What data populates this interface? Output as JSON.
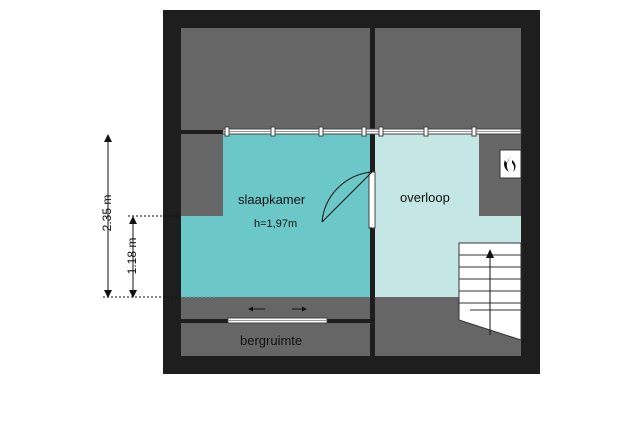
{
  "rooms": {
    "slaapkamer": {
      "name": "slaapkamer",
      "height": "h=1,97m"
    },
    "overloop": {
      "name": "overloop"
    },
    "bergruimte": {
      "name": "bergruimte"
    }
  },
  "dimensions": {
    "total": "2.35 m",
    "partial": "1.18 m"
  },
  "icons": {
    "boiler": "boiler-icon"
  },
  "colors": {
    "wall": "#1e1e1e",
    "slope_area": "#666666",
    "slaapkamer_fill": "#6cc8c8",
    "overloop_fill": "#c4e6e4",
    "background": "#ffffff"
  }
}
